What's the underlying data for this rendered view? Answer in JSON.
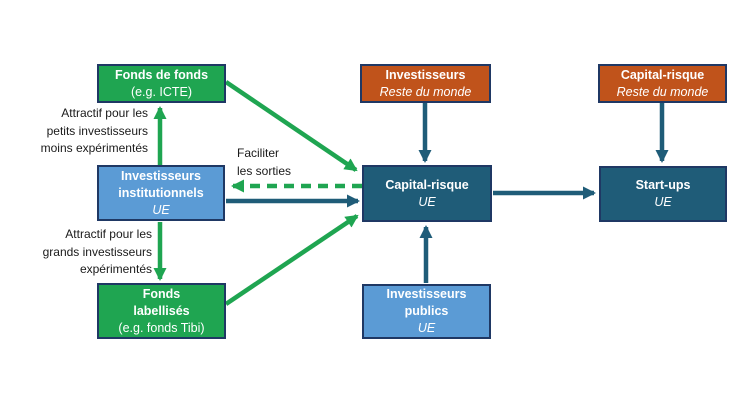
{
  "diagram": {
    "description": "Flow diagram of EU venture capital ecosystem",
    "colors": {
      "green": "#1FA551",
      "blue": "#5B9BD5",
      "dark_teal": "#1F5C78",
      "orange": "#C0531B",
      "box_border": "#1F3864",
      "annotation_text": "#1a1a1a",
      "box_text": "#ffffff",
      "arrow_green": "#1FA551",
      "arrow_teal": "#1F5C78"
    },
    "boxes": {
      "fonds_de_fonds": {
        "name": "Fonds de fonds",
        "note": "(e.g. ICTE)"
      },
      "investisseurs_rdm": {
        "name": "Investisseurs",
        "region": "Reste du monde"
      },
      "capital_risque_rdm": {
        "name": "Capital-risque",
        "region": "Reste du monde"
      },
      "investisseurs_institutionnels": {
        "line1": "Investisseurs",
        "line2": "institutionnels",
        "region": "UE"
      },
      "capital_risque_ue": {
        "name": "Capital-risque",
        "region": "UE"
      },
      "startups": {
        "name": "Start-ups",
        "region": "UE"
      },
      "fonds_labellises": {
        "line1": "Fonds",
        "line2": "labellisés",
        "note": "(e.g. fonds Tibi)"
      },
      "investisseurs_publics": {
        "line1": "Investisseurs",
        "line2": "publics",
        "region": "UE"
      }
    },
    "annotations": {
      "small_investors": {
        "line1": "Attractif pour les",
        "line2": "petits investisseurs",
        "line3": "moins expérimentés"
      },
      "large_investors": {
        "line1": "Attractif pour les",
        "line2": "grands investisseurs",
        "line3": "expérimentés"
      },
      "faciliter": {
        "line1": "Faciliter",
        "line2": "les sorties"
      }
    }
  }
}
